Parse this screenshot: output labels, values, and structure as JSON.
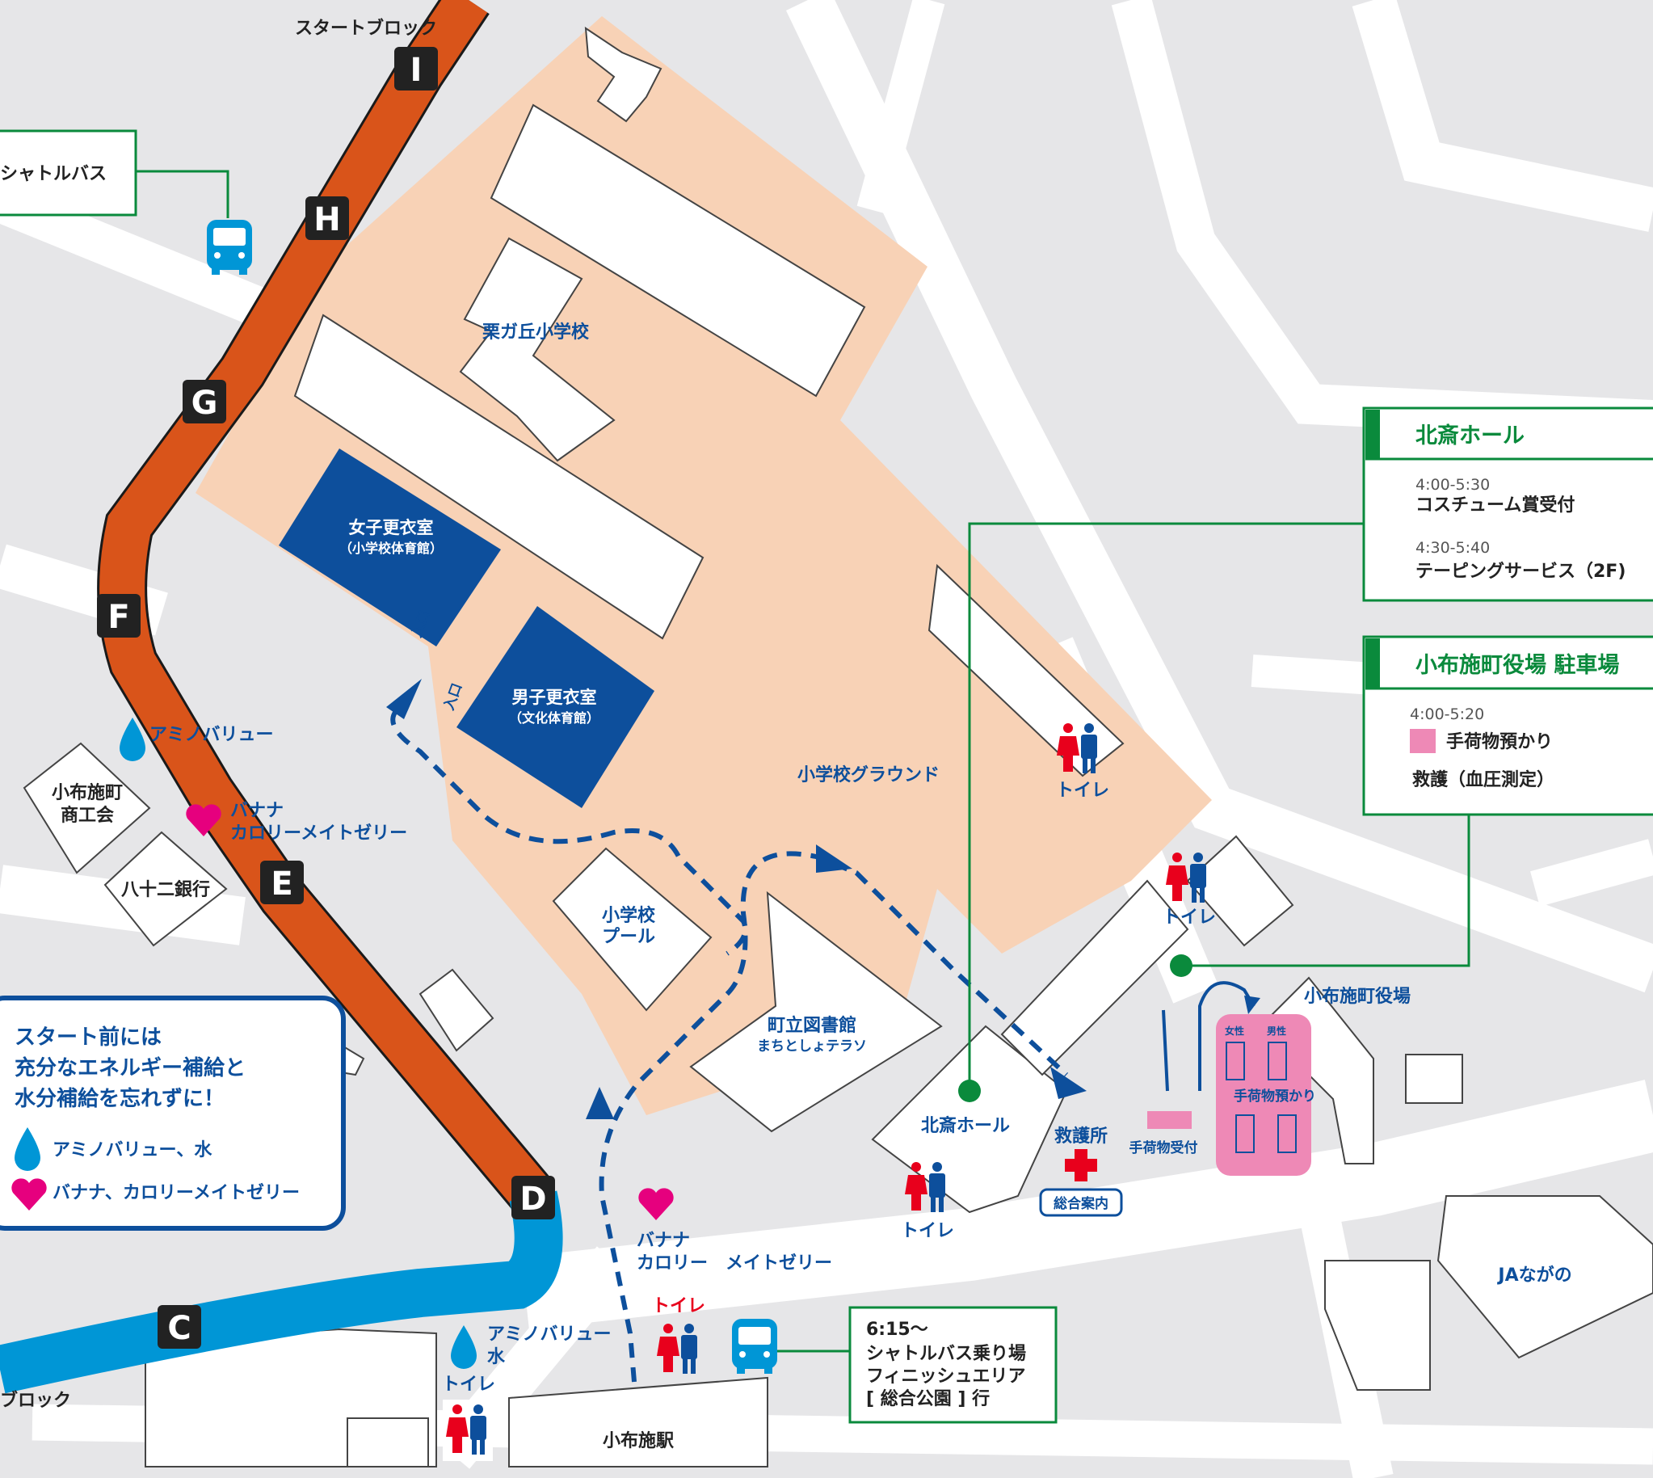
{
  "start_block": "スタートブロック",
  "block_bottom": "ブロック",
  "shuttle_bus_top": "シャトルバス",
  "course_markers": [
    "I",
    "H",
    "G",
    "F",
    "E",
    "D",
    "C"
  ],
  "buildings": {
    "school": "栗ガ丘小学校",
    "girls_room": "女子更衣室",
    "girls_room_sub": "（小学校体育館）",
    "boys_room": "男子更衣室",
    "boys_room_sub": "（文化体育館）",
    "ground": "小学校グラウンド",
    "pool_1": "小学校",
    "pool_2": "プール",
    "library": "町立図書館",
    "library_sub": "まちとしょテラソ",
    "hall": "北斎ホール",
    "town_office": "小布施町役場",
    "chamber_1": "小布施町",
    "chamber_2": "商工会",
    "bank": "八十二銀行",
    "ja": "JAながの",
    "station": "小布施駅",
    "entrance_1": "入口",
    "entrance_2": "入口"
  },
  "labels": {
    "toilet": "トイレ",
    "first_aid": "救護所",
    "info": "総合案内",
    "baggage_receive": "手荷物受付",
    "baggage_keep": "手荷物預かり",
    "female": "女性",
    "male": "男性",
    "amino_1": "アミノバリュー",
    "banana_1a": "バナナ",
    "banana_1b": "カロリーメイトゼリー",
    "banana_2a": "バナナ",
    "banana_2b": "カロリー　メイトゼリー",
    "amino_2a": "アミノバリュー",
    "amino_2b": "水"
  },
  "notice": {
    "line1": "スタート前には",
    "line2": "充分なエネルギー補給と",
    "line3": "水分補給を忘れずに！",
    "legend_water": "アミノバリュー、水",
    "legend_food": "バナナ、カロリーメイトゼリー"
  },
  "hall_box": {
    "title": "北斎ホール",
    "time1": "4:00-5:30",
    "item1": "コスチューム賞受付",
    "time2": "4:30-5:40",
    "item2": "テーピングサービス（2F)"
  },
  "parking_box": {
    "title": "小布施町役場 駐車場",
    "time1": "4:00-5:20",
    "item1": "手荷物預かり",
    "item2": "救護（血圧測定）"
  },
  "shuttle_box": {
    "time": "6:15～",
    "line1": "シャトルバス乗り場",
    "line2": "フィニッシュエリア",
    "line3": "[ 総合公園 ] 行"
  },
  "colors": {
    "course_orange": "#d9541a",
    "course_blue": "#0096d6",
    "ground_fill": "#f8d2b6",
    "dark_blue": "#0d4f9c",
    "green": "#0a8a3c",
    "pink": "#ee89b6",
    "magenta": "#e6007e",
    "red": "#e8001c"
  },
  "icons": [
    "bus-icon",
    "water-drop-icon",
    "heart-icon",
    "toilet-icon",
    "red-cross-icon"
  ]
}
